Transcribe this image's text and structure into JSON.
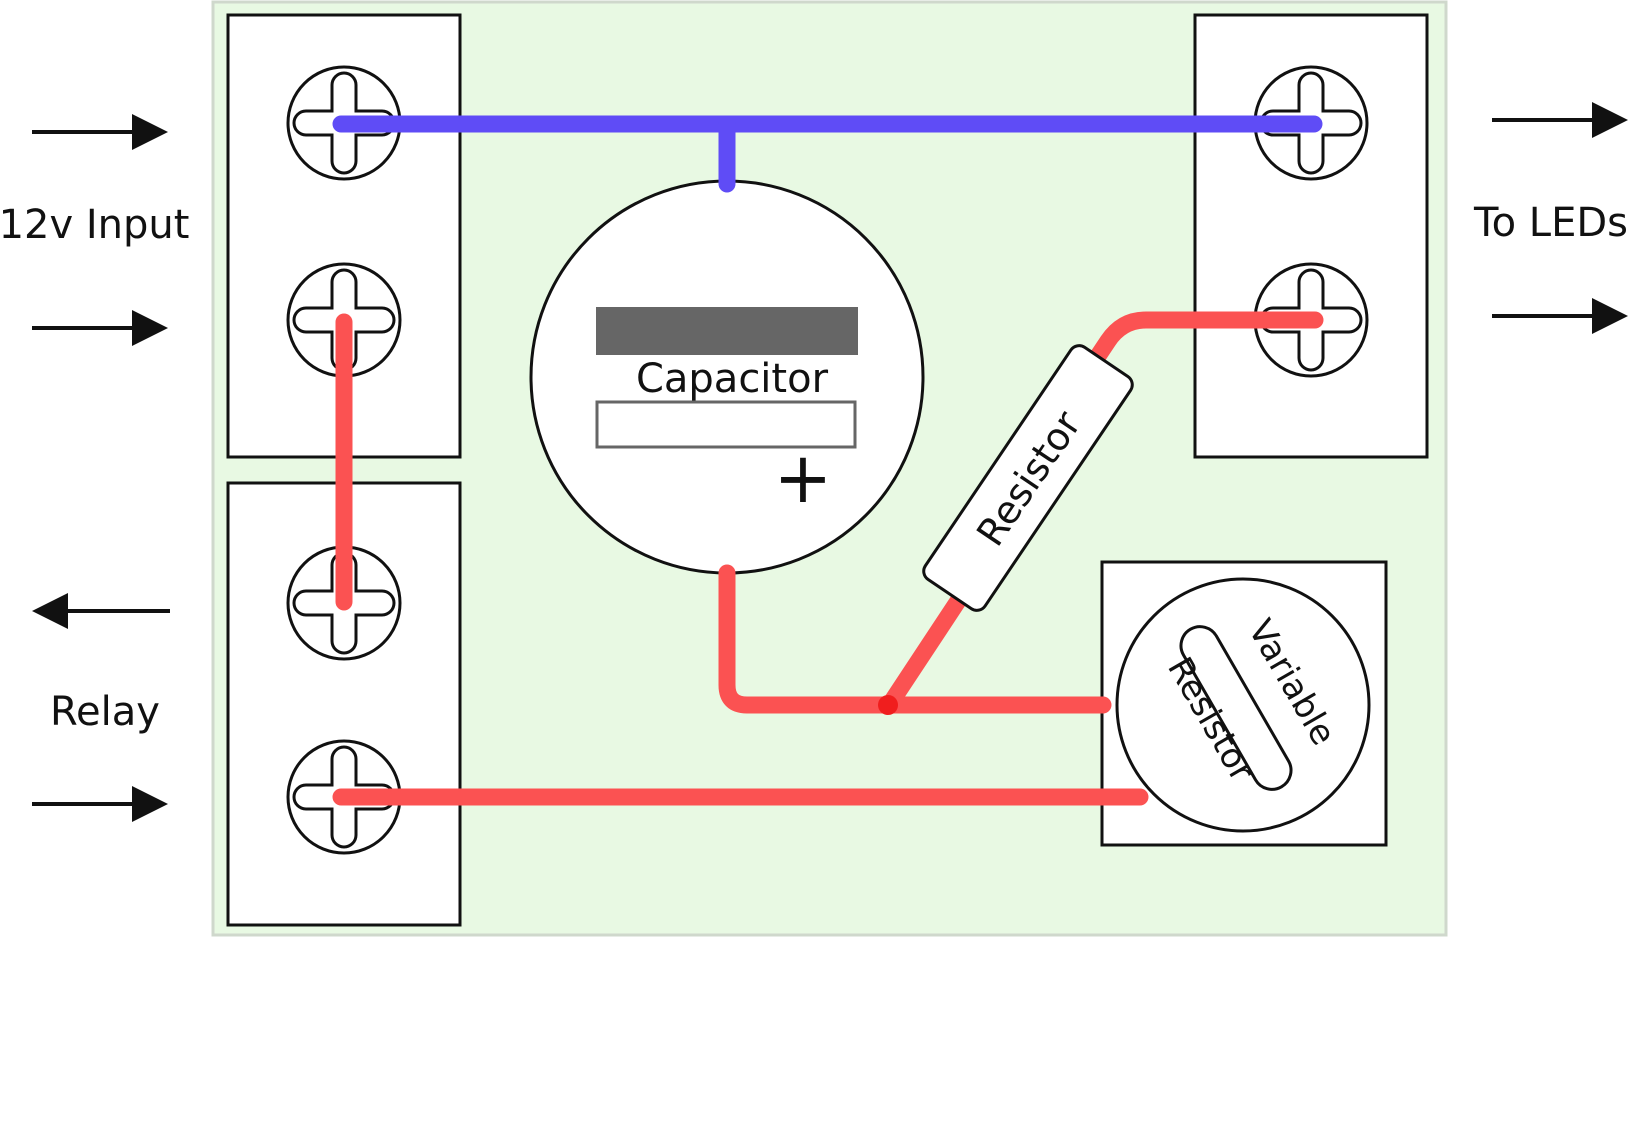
{
  "labels": {
    "input": "12v Input",
    "output": "To LEDs",
    "relay": "Relay",
    "capacitor": "Capacitor",
    "capacitor_polarity": "+",
    "resistor": "Resistor",
    "variable_resistor_line1": "Variable",
    "variable_resistor_line2": "Resistor"
  },
  "colors": {
    "board": "#e8f9e3",
    "board_border": "#cfd8cc",
    "positive_wire": "#5f4cf6",
    "negative_wire": "#fb5252",
    "capacitor_band": "#666666",
    "outline": "#111111"
  }
}
